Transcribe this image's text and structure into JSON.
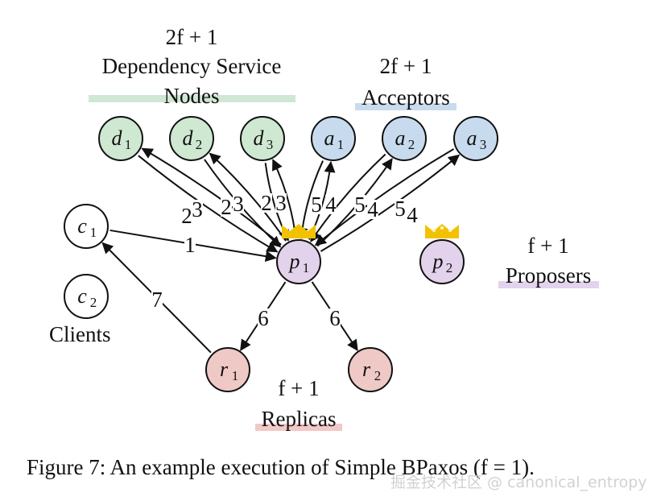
{
  "groups": {
    "dependency": {
      "count": "2f + 1",
      "name_line1": "Dependency Service",
      "name_line2": "Nodes",
      "color": "#cfe7d3"
    },
    "acceptors": {
      "count": "2f + 1",
      "name": "Acceptors",
      "color": "#c9dbee"
    },
    "proposers": {
      "count": "f + 1",
      "name": "Proposers",
      "color": "#e3d3ec"
    },
    "replicas": {
      "count": "f + 1",
      "name": "Replicas",
      "color": "#f1c9c6"
    },
    "clients": {
      "name": "Clients"
    }
  },
  "nodes": [
    {
      "id": "d1",
      "letter": "d",
      "sub": "1",
      "fill": "#cfe8d2"
    },
    {
      "id": "d2",
      "letter": "d",
      "sub": "2",
      "fill": "#cfe8d2"
    },
    {
      "id": "d3",
      "letter": "d",
      "sub": "3",
      "fill": "#cfe8d2"
    },
    {
      "id": "a1",
      "letter": "a",
      "sub": "1",
      "fill": "#c8dbee"
    },
    {
      "id": "a2",
      "letter": "a",
      "sub": "2",
      "fill": "#c8dbee"
    },
    {
      "id": "a3",
      "letter": "a",
      "sub": "3",
      "fill": "#c8dbee"
    },
    {
      "id": "c1",
      "letter": "c",
      "sub": "1",
      "fill": "#ffffff"
    },
    {
      "id": "c2",
      "letter": "c",
      "sub": "2",
      "fill": "#ffffff"
    },
    {
      "id": "p1",
      "letter": "p",
      "sub": "1",
      "fill": "#e3d2ec",
      "crown": true
    },
    {
      "id": "p2",
      "letter": "p",
      "sub": "2",
      "fill": "#e3d2ec",
      "crown": true
    },
    {
      "id": "r1",
      "letter": "r",
      "sub": "1",
      "fill": "#efc9c6"
    },
    {
      "id": "r2",
      "letter": "r",
      "sub": "2",
      "fill": "#efc9c6"
    }
  ],
  "edges": [
    {
      "from": "c1",
      "to": "p1",
      "label": "1"
    },
    {
      "from": "p1",
      "to": "d1",
      "label": "2"
    },
    {
      "from": "d1",
      "to": "p1",
      "label": "3"
    },
    {
      "from": "p1",
      "to": "d2",
      "label": "2"
    },
    {
      "from": "d2",
      "to": "p1",
      "label": "3"
    },
    {
      "from": "p1",
      "to": "d3",
      "label": "2"
    },
    {
      "from": "d3",
      "to": "p1",
      "label": "3"
    },
    {
      "from": "p1",
      "to": "a1",
      "label": "4"
    },
    {
      "from": "a1",
      "to": "p1",
      "label": "5"
    },
    {
      "from": "p1",
      "to": "a2",
      "label": "4"
    },
    {
      "from": "a2",
      "to": "p1",
      "label": "5"
    },
    {
      "from": "p1",
      "to": "a3",
      "label": "4"
    },
    {
      "from": "a3",
      "to": "p1",
      "label": "5"
    },
    {
      "from": "p1",
      "to": "r1",
      "label": "6"
    },
    {
      "from": "p1",
      "to": "r2",
      "label": "6"
    },
    {
      "from": "r1",
      "to": "c1",
      "label": "7"
    }
  ],
  "crown_color": "#f2c200",
  "caption": "Figure 7: An example execution of Simple BPaxos (f = 1).",
  "watermark": "掘金技术社区 @ canonical_entropy"
}
